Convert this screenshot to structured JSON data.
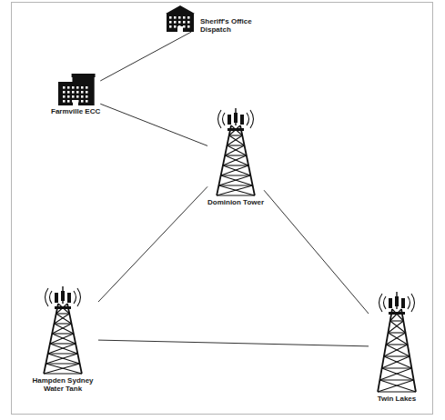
{
  "diagram": {
    "nodes": [
      {
        "text": [
          "Farmville ECC"
        ]
      },
      {
        "text": [
          "Sheriff's Office Dispatch"
        ]
      },
      {
        "text": [
          "Dominion Tower"
        ]
      },
      {
        "text": [
          "Hampden Sydney Water Tank"
        ]
      },
      {
        "text": [
          "Twin Lakes"
        ]
      }
    ],
    "edges": [
      {
        "from": 0,
        "to": 1,
        "arrow": "none"
      },
      {
        "from": 0,
        "to": 2,
        "arrow": "none"
      },
      {
        "from": 2,
        "to": 3,
        "arrow": "none"
      },
      {
        "from": 2,
        "to": 4,
        "arrow": "none"
      },
      {
        "from": 3,
        "to": 4,
        "arrow": "none"
      }
    ]
  }
}
